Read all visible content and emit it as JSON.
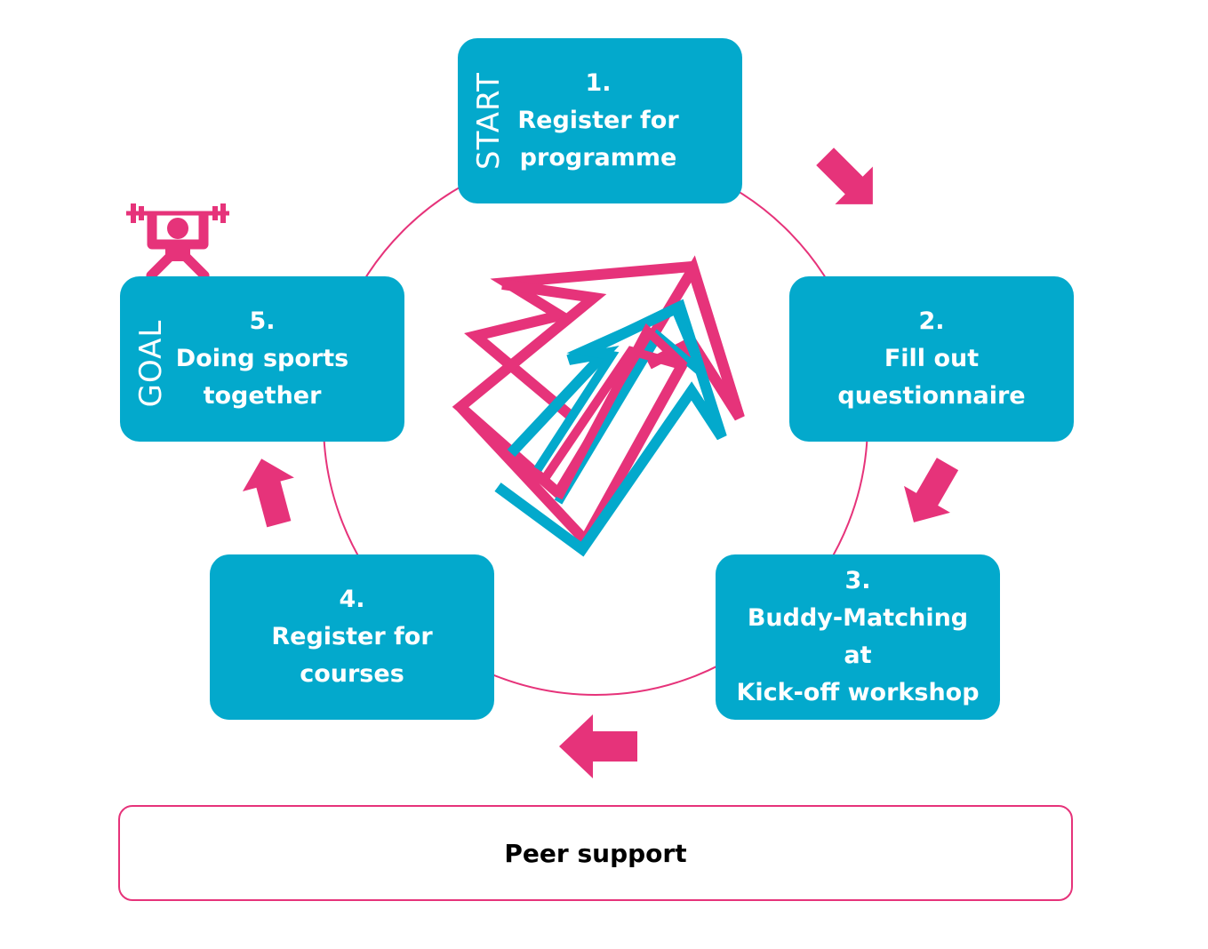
{
  "colors": {
    "box": "#03a9cc",
    "accent": "#e6337a",
    "text": "#ffffff"
  },
  "steps": [
    {
      "number": "1.",
      "lines": [
        "Register for",
        "programme"
      ],
      "side_label": "START"
    },
    {
      "number": "2.",
      "lines": [
        "Fill out",
        "questionnaire"
      ]
    },
    {
      "number": "3.",
      "lines": [
        "Buddy-Matching",
        "at",
        "Kick-off workshop"
      ]
    },
    {
      "number": "4.",
      "lines": [
        "Register for",
        "courses"
      ]
    },
    {
      "number": "5.",
      "lines": [
        "Doing sports",
        "together"
      ],
      "side_label": "GOAL"
    }
  ],
  "footer": {
    "label": "Peer support"
  },
  "icons": {
    "goal_icon": "weightlifter-icon",
    "center_icon": "upward-arrows-icon"
  }
}
